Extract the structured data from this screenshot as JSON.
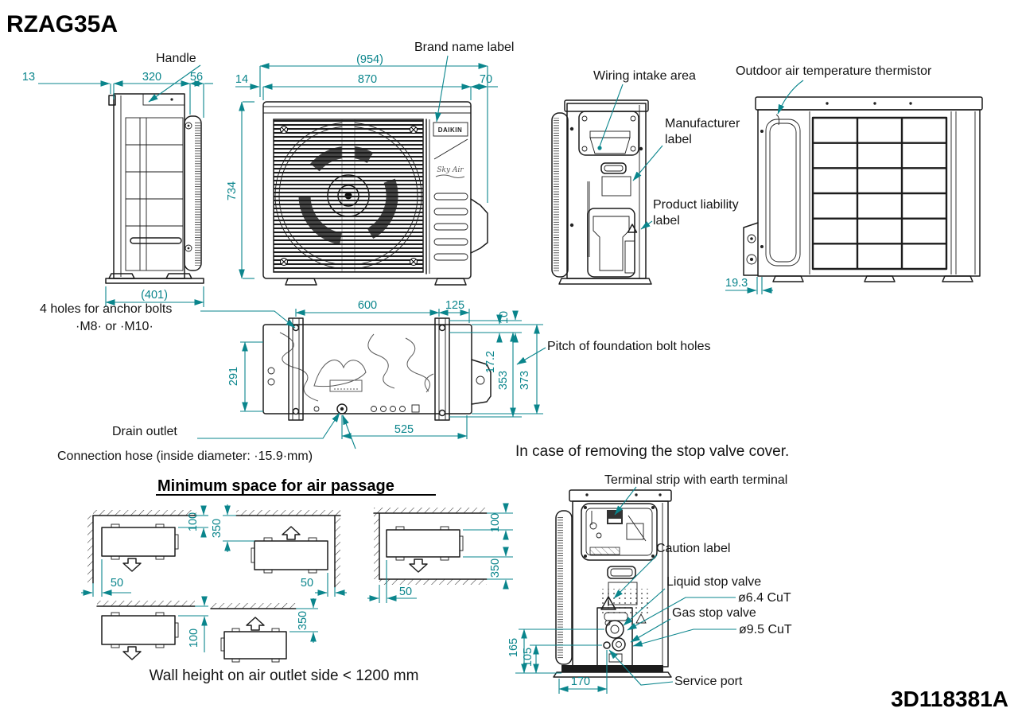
{
  "title": "RZAG35A",
  "drawing_number": "3D118381A",
  "colors": {
    "dimension": "#0a858c",
    "line": "#1c1c1c"
  },
  "labels": {
    "handle": "Handle",
    "brand_name": "Brand name label",
    "wiring_intake": "Wiring intake area",
    "manufacturer_line1": "Manufacturer",
    "manufacturer_line2": "label",
    "product_liability_line1": "Product liability",
    "product_liability_line2": "label",
    "thermistor": "Outdoor air temperature thermistor",
    "anchor_line1": "4 holes for anchor bolts",
    "anchor_line2": "·M8· or ·M10·",
    "pitch_bolt_holes": "Pitch of foundation bolt holes",
    "drain_outlet": "Drain outlet",
    "connection_hose": "Connection hose (inside diameter: ·15.9·mm)",
    "terminal_strip": "Terminal strip with earth terminal",
    "caution": "Caution label",
    "liquid_valve": "Liquid stop valve",
    "liquid_valve_size": "ø6.4 CuT",
    "gas_valve": "Gas stop valve",
    "gas_valve_size": "ø9.5 CuT",
    "service_port": "Service port",
    "brand_logo": "DAIKIN",
    "brand_script": "Sky Air"
  },
  "section_titles": {
    "min_space": "Minimum space for air passage",
    "wall_height_note": "Wall height on air outlet side < 1200 mm",
    "stop_valve": "In case of removing the stop valve cover."
  },
  "dimensions": {
    "side_view": {
      "front_offset": "13",
      "depth": "320",
      "guard": "56",
      "overall_depth": "(401)"
    },
    "front_view": {
      "overall_width": "(954)",
      "left_offset": "14",
      "body_width": "870",
      "right_offset": "70",
      "height": "734"
    },
    "back_view": {
      "pipe_offset": "19.3"
    },
    "bottom_view": {
      "bolt_pitch_x": "600",
      "right_ext": "125",
      "tab_offset": "10",
      "edge_offset": "17.2",
      "bolt_pitch_y": "353",
      "overall_depth": "373",
      "left_depth": "291",
      "drain_pitch": "525"
    },
    "air_space": {
      "suction_side": "100",
      "outlet_side": "350",
      "side_clearance": "50"
    },
    "valve_view": {
      "liquid_height": "165",
      "service_height": "105",
      "service_offset": "170"
    }
  }
}
